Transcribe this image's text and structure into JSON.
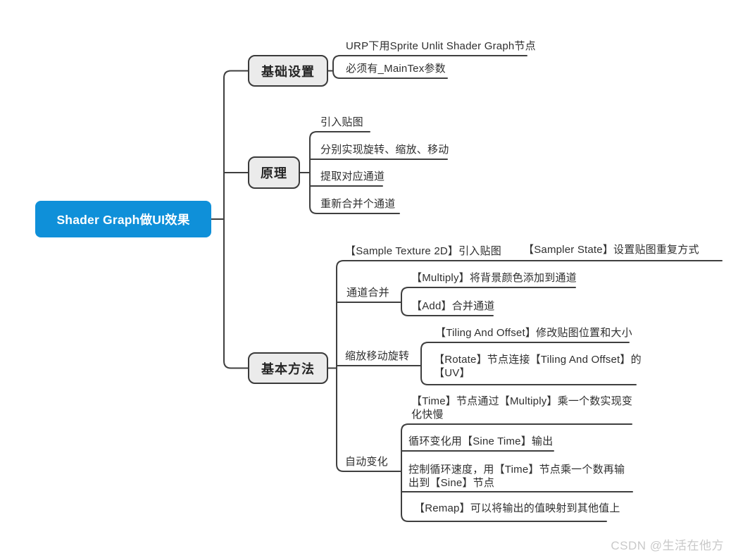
{
  "canvas": {
    "background": "#ffffff",
    "line_color": "#3f3f3f",
    "branch_box_fill": "#ebebeb",
    "branch_box_border": "#3a3a3a"
  },
  "root": {
    "label": "Shader Graph做UI效果",
    "bg": "#0f90d9",
    "text_color": "#ffffff"
  },
  "branches": [
    {
      "label": "基础设置",
      "children": [
        {
          "label": "URP下用Sprite Unlit Shader Graph节点"
        },
        {
          "label": "必须有_MainTex参数"
        }
      ]
    },
    {
      "label": "原理",
      "children": [
        {
          "label": "引入贴图"
        },
        {
          "label": "分别实现旋转、缩放、移动"
        },
        {
          "label": "提取对应通道"
        },
        {
          "label": "重新合并个通道"
        }
      ]
    },
    {
      "label": "基本方法",
      "children": [
        {
          "label": "【Sample Texture 2D】引入贴图",
          "children": [
            {
              "label": "【Sampler State】设置贴图重复方式"
            }
          ]
        },
        {
          "label": "通道合并",
          "children": [
            {
              "label": "【Multiply】将背景颜色添加到通道"
            },
            {
              "label": "【Add】合并通道"
            }
          ]
        },
        {
          "label": "缩放移动旋转",
          "children": [
            {
              "label": "【Tiling And Offset】修改贴图位置和大小"
            },
            {
              "label": "【Rotate】节点连接【Tiling And Offset】的【UV】"
            }
          ]
        },
        {
          "label": "自动变化",
          "children": [
            {
              "label": "【Time】节点通过【Multiply】乘一个数实现变化快慢"
            },
            {
              "label": "循环变化用【Sine Time】输出"
            },
            {
              "label": "控制循环速度，用【Time】节点乘一个数再输出到【Sine】节点"
            },
            {
              "label": "【Remap】可以将输出的值映射到其他值上"
            }
          ]
        }
      ]
    }
  ],
  "watermark": {
    "text": "CSDN @生活在他方",
    "color": "#c9c9c9"
  }
}
